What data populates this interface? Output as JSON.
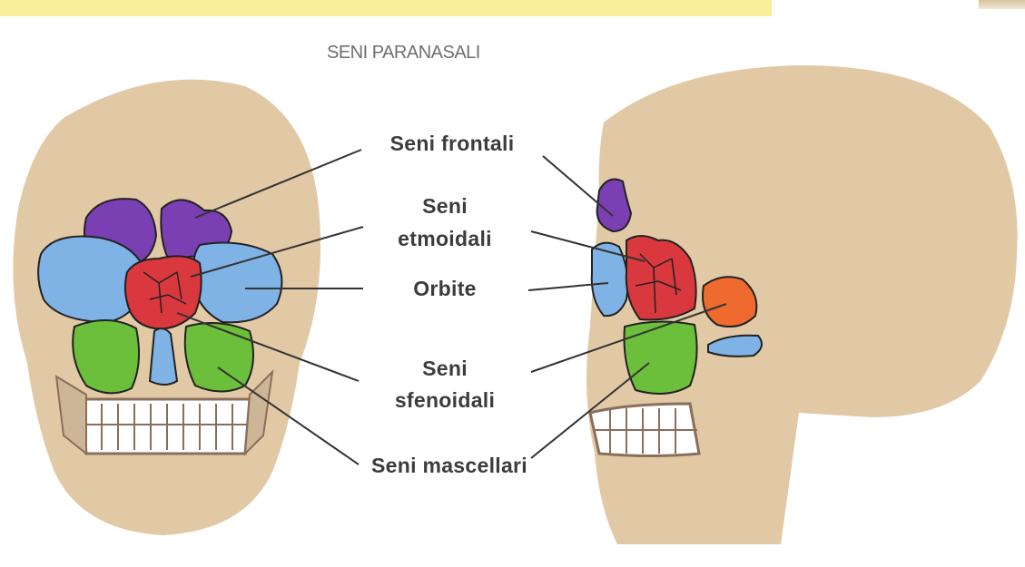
{
  "title": "SENI PARANASALI",
  "labels": {
    "frontali": "Seni frontali",
    "etmoidali_1": "Seni",
    "etmoidali_2": "etmoidali",
    "orbite": "Orbite",
    "sfenoidali_1": "Seni",
    "sfenoidali_2": "sfenoidali",
    "mascellari": "Seni mascellari"
  },
  "colors": {
    "skull": "#e2c9a6",
    "frontal": "#7b3fb4",
    "ethmoid": "#d8383e",
    "orbit": "#7fb2e5",
    "sphenoid": "#ef6a2e",
    "maxillary": "#6bbf3b",
    "nasal": "#7fb2e5"
  }
}
